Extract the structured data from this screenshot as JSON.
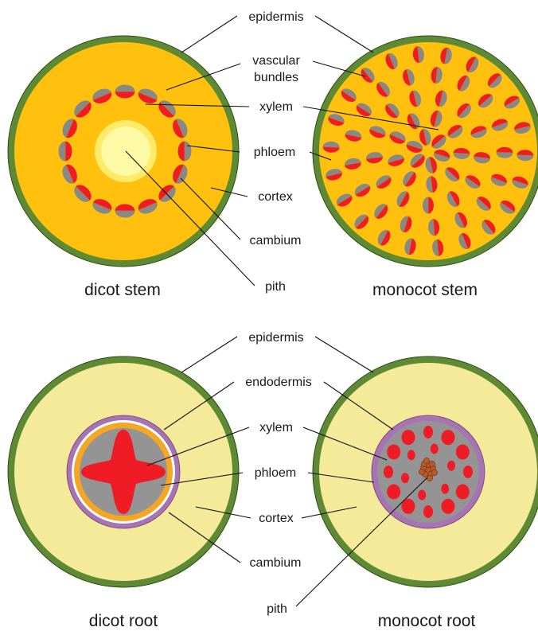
{
  "colors": {
    "epidermis": "#5e8a34",
    "stem_cortex": "#ffc10d",
    "dicot_pith": "#fffaa6",
    "root_cortex": "#f5e99a",
    "endodermis": "#a873b3",
    "cambium": "#f5a623",
    "stele": "#949494",
    "xylem": "#ef1c25",
    "phloem": "#888888",
    "root_pith": "#b85a2a"
  },
  "stem_labels": {
    "epidermis": "epidermis",
    "vascular_bundles_1": "vascular",
    "vascular_bundles_2": "bundles",
    "xylem": "xylem",
    "phloem": "phloem",
    "cortex": "cortex",
    "cambium": "cambium",
    "pith": "pith"
  },
  "root_labels": {
    "epidermis": "epidermis",
    "endodermis": "endodermis",
    "xylem": "xylem",
    "phloem": "phloem",
    "cortex": "cortex",
    "cambium": "cambium",
    "pith": "pith"
  },
  "captions": {
    "dicot_stem": "dicot stem",
    "monocot_stem": "monocot stem",
    "dicot_root": "dicot root",
    "monocot_root": "monocot root"
  }
}
